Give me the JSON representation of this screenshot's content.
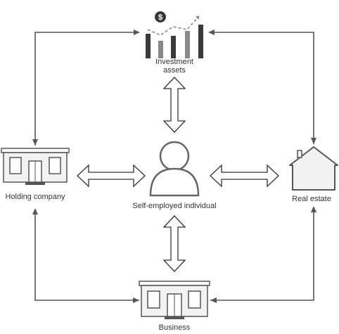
{
  "nodes": {
    "investment": {
      "label_line1": "Investment",
      "label_line2": "assets",
      "icon": "investment-chart-icon"
    },
    "holding": {
      "label": "Holding company",
      "icon": "store-building-icon"
    },
    "individual": {
      "label": "Self-employed individual",
      "icon": "person-icon"
    },
    "real_estate": {
      "label": "Real estate",
      "icon": "house-icon"
    },
    "business": {
      "label": "Business",
      "icon": "store-building-icon"
    }
  },
  "colors": {
    "line": "#555555",
    "icon_dark": "#3a3a3a",
    "icon_gray": "#888888",
    "stroke_gray": "#666666",
    "fill_light": "#f2f2f2"
  }
}
